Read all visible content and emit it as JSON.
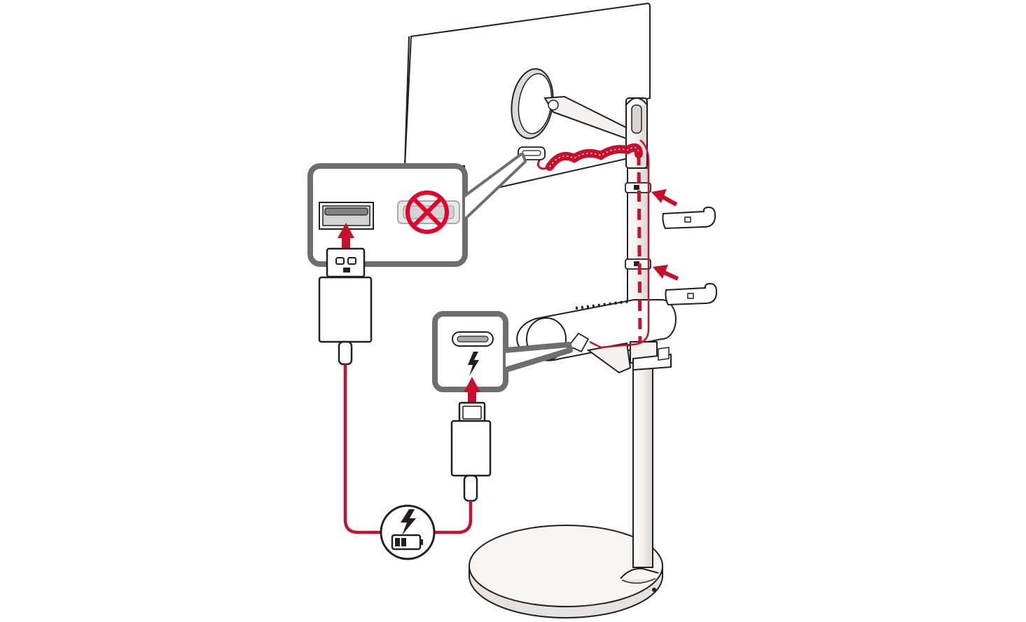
{
  "diagram": {
    "colors": {
      "cable": "#c8102e",
      "outline": "#231f20",
      "panel_border": "#6d6e71",
      "stand_fill": "#f4f1ef",
      "port_fill": "#a7a9ac",
      "forbidden": "#e4002b",
      "background": "#ffffff"
    },
    "icons": [
      "monitor-panel",
      "stand-pole",
      "round-stand-base",
      "lamp-head",
      "usb-a-port",
      "usb-a-port-forbidden",
      "usb-c-port",
      "usb-a-plug",
      "usb-c-plug",
      "charging-lightning-icon",
      "battery-icon",
      "cable-clip",
      "coiled-cable"
    ]
  }
}
